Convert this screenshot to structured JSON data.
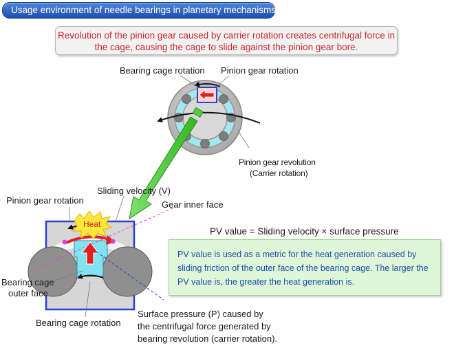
{
  "title": "Usage environment of needle bearings in planetary mechanisms",
  "note": "Revolution of the pinion gear caused by carrier rotation creates centrifugal force in the cage, causing the cage to slide against the pinion gear bore.",
  "labels": {
    "bearing_cage_rotation_top": "Bearing cage rotation",
    "pinion_gear_rotation_top": "Pinion gear rotation",
    "pinion_gear_revolution_l1": "Pinion gear revolution",
    "pinion_gear_revolution_l2": "(Carrier rotation)",
    "sliding_velocity": "Sliding velocity (V)",
    "pinion_gear_rotation_left": "Pinion gear rotation",
    "gear_inner_face": "Gear inner face",
    "heat": "Heat",
    "bearing_cage_outer_l1": "Bearing cage",
    "bearing_cage_outer_l2": "outer face",
    "bearing_cage_rotation_bottom": "Bearing cage rotation",
    "surface_pressure_l1": "Surface pressure (P) caused by",
    "surface_pressure_l2": "the centrifugal force generated by",
    "surface_pressure_l3": "bearing revolution (carrier rotation)."
  },
  "pv_formula": "PV value = Sliding velocity × surface pressure",
  "pv_description": "PV value is used as a metric for the heat generation caused by sliding friction of the outer face of the bearing cage. The larger the PV value is, the greater the heat generation is.",
  "colors": {
    "title_bg": "#2a5cbf",
    "note_text": "#c8282d",
    "info_bg": "#dff6d8",
    "info_text": "#1b4fa8",
    "arrow_green": "#4ccf3a",
    "arrow_red": "#e01f1f",
    "cage_cyan": "#7fe3f2",
    "heat_yellow": "#ffe83a",
    "magenta_line": "#e040d0",
    "blue_frame": "#2a3fd0"
  }
}
